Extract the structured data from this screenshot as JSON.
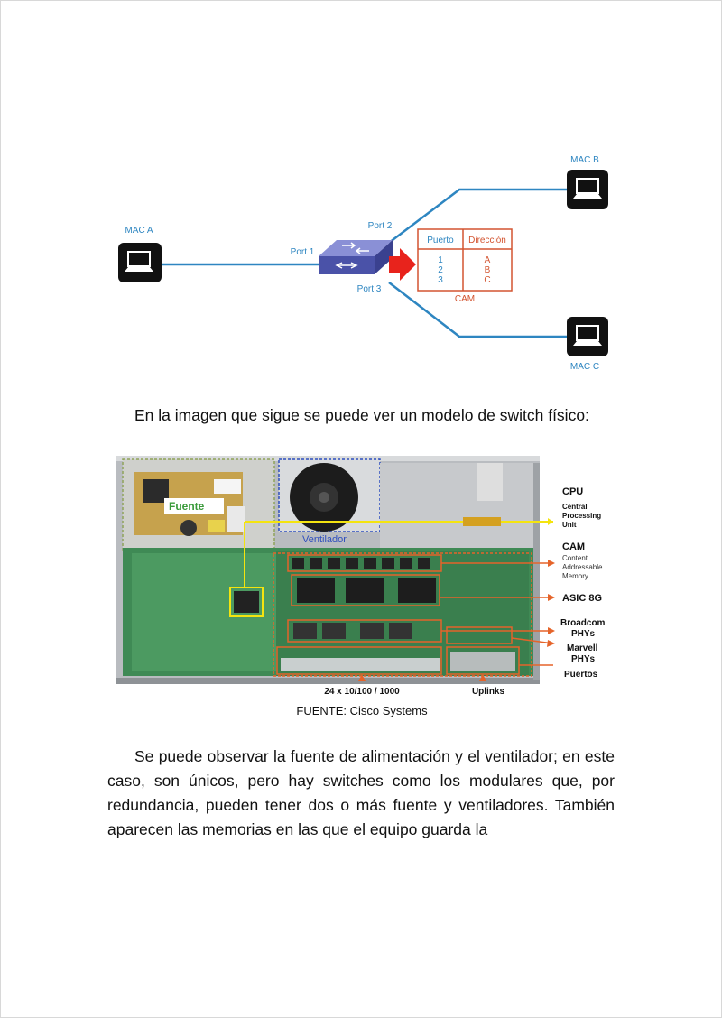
{
  "network_diagram": {
    "mac_a": "MAC A",
    "mac_b": "MAC B",
    "mac_c": "MAC C",
    "port1": "Port 1",
    "port2": "Port 2",
    "port3": "Port 3",
    "cam_table": {
      "headers": [
        "Puerto",
        "Dirección"
      ],
      "rows": [
        [
          "1",
          "A"
        ],
        [
          "2",
          "B"
        ],
        [
          "3",
          "C"
        ]
      ],
      "label": "CAM"
    }
  },
  "intro_text": "En la imagen que sigue se puede ver un modelo de switch físico:",
  "photo": {
    "fuente": "Fuente",
    "ventilador": "Ventilador",
    "labels": {
      "cpu": "CPU",
      "cpu_sub1": "Central",
      "cpu_sub2": "Processing",
      "cpu_sub3": "Unit",
      "cam": "CAM",
      "cam_sub1": "Content",
      "cam_sub2": "Addressable",
      "cam_sub3": "Memory",
      "asic": "ASIC 8G",
      "broadcom1": "Broadcom",
      "broadcom2": "PHYs",
      "marvell1": "Marvell",
      "marvell2": "PHYs",
      "puertos": "Puertos",
      "ports_bottom": "24 x 10/100 / 1000",
      "uplinks": "Uplinks"
    }
  },
  "caption": "FUENTE: Cisco Systems",
  "body_text": "Se puede observar la fuente de alimentación y el ventilador; en este caso, son únicos, pero hay switches como los modulares que, por redundancia, pueden tener dos o más fuente y ventiladores. También aparecen las memorias en las que el equipo guarda la",
  "colors": {
    "link_blue": "#2e86c1",
    "cam_red": "#d35430",
    "arrow_red": "#e8231c",
    "switch_blue": "#5b63b8",
    "pcb_green": "#3f8a55",
    "highlight_yellow": "#f4e40f",
    "highlight_orange": "#e5642a"
  }
}
